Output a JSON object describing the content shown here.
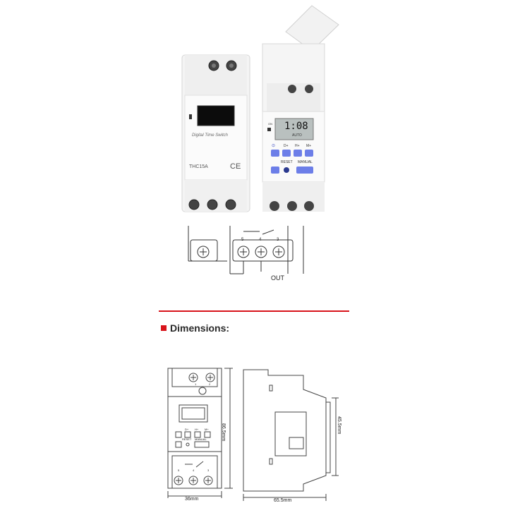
{
  "device_left": {
    "brand_text": "Digital Time Switch",
    "model": "THC15A",
    "ce_mark": "CE"
  },
  "device_right": {
    "lcd_text": "1:08",
    "lcd_subtext": "AUTO",
    "button_labels": [
      "⊙",
      "D+",
      "H+",
      "M+"
    ],
    "reset_label": "RESET",
    "manual_label": "MANUAL",
    "led_label": "ON"
  },
  "wiring": {
    "terminal_labels": [
      "5",
      "4",
      "3"
    ],
    "out_label": "OUT"
  },
  "dimensions": {
    "title": "Dimensions:",
    "width_front": "36mm",
    "height_front": "86.5mm",
    "depth_side": "65.5mm",
    "height_side": "45.5mm",
    "front_buttons": [
      "D+",
      "H+",
      "M+"
    ],
    "front_reset": "RESET",
    "front_manual": "MANUAL",
    "front_top_terminals": [
      "1",
      "2"
    ],
    "front_bottom_terminals": [
      "5",
      "4",
      "3"
    ]
  },
  "colors": {
    "accent_red": "#d8141b",
    "button_blue": "#6c7ee8",
    "lcd_gray": "#b9c0bf"
  }
}
